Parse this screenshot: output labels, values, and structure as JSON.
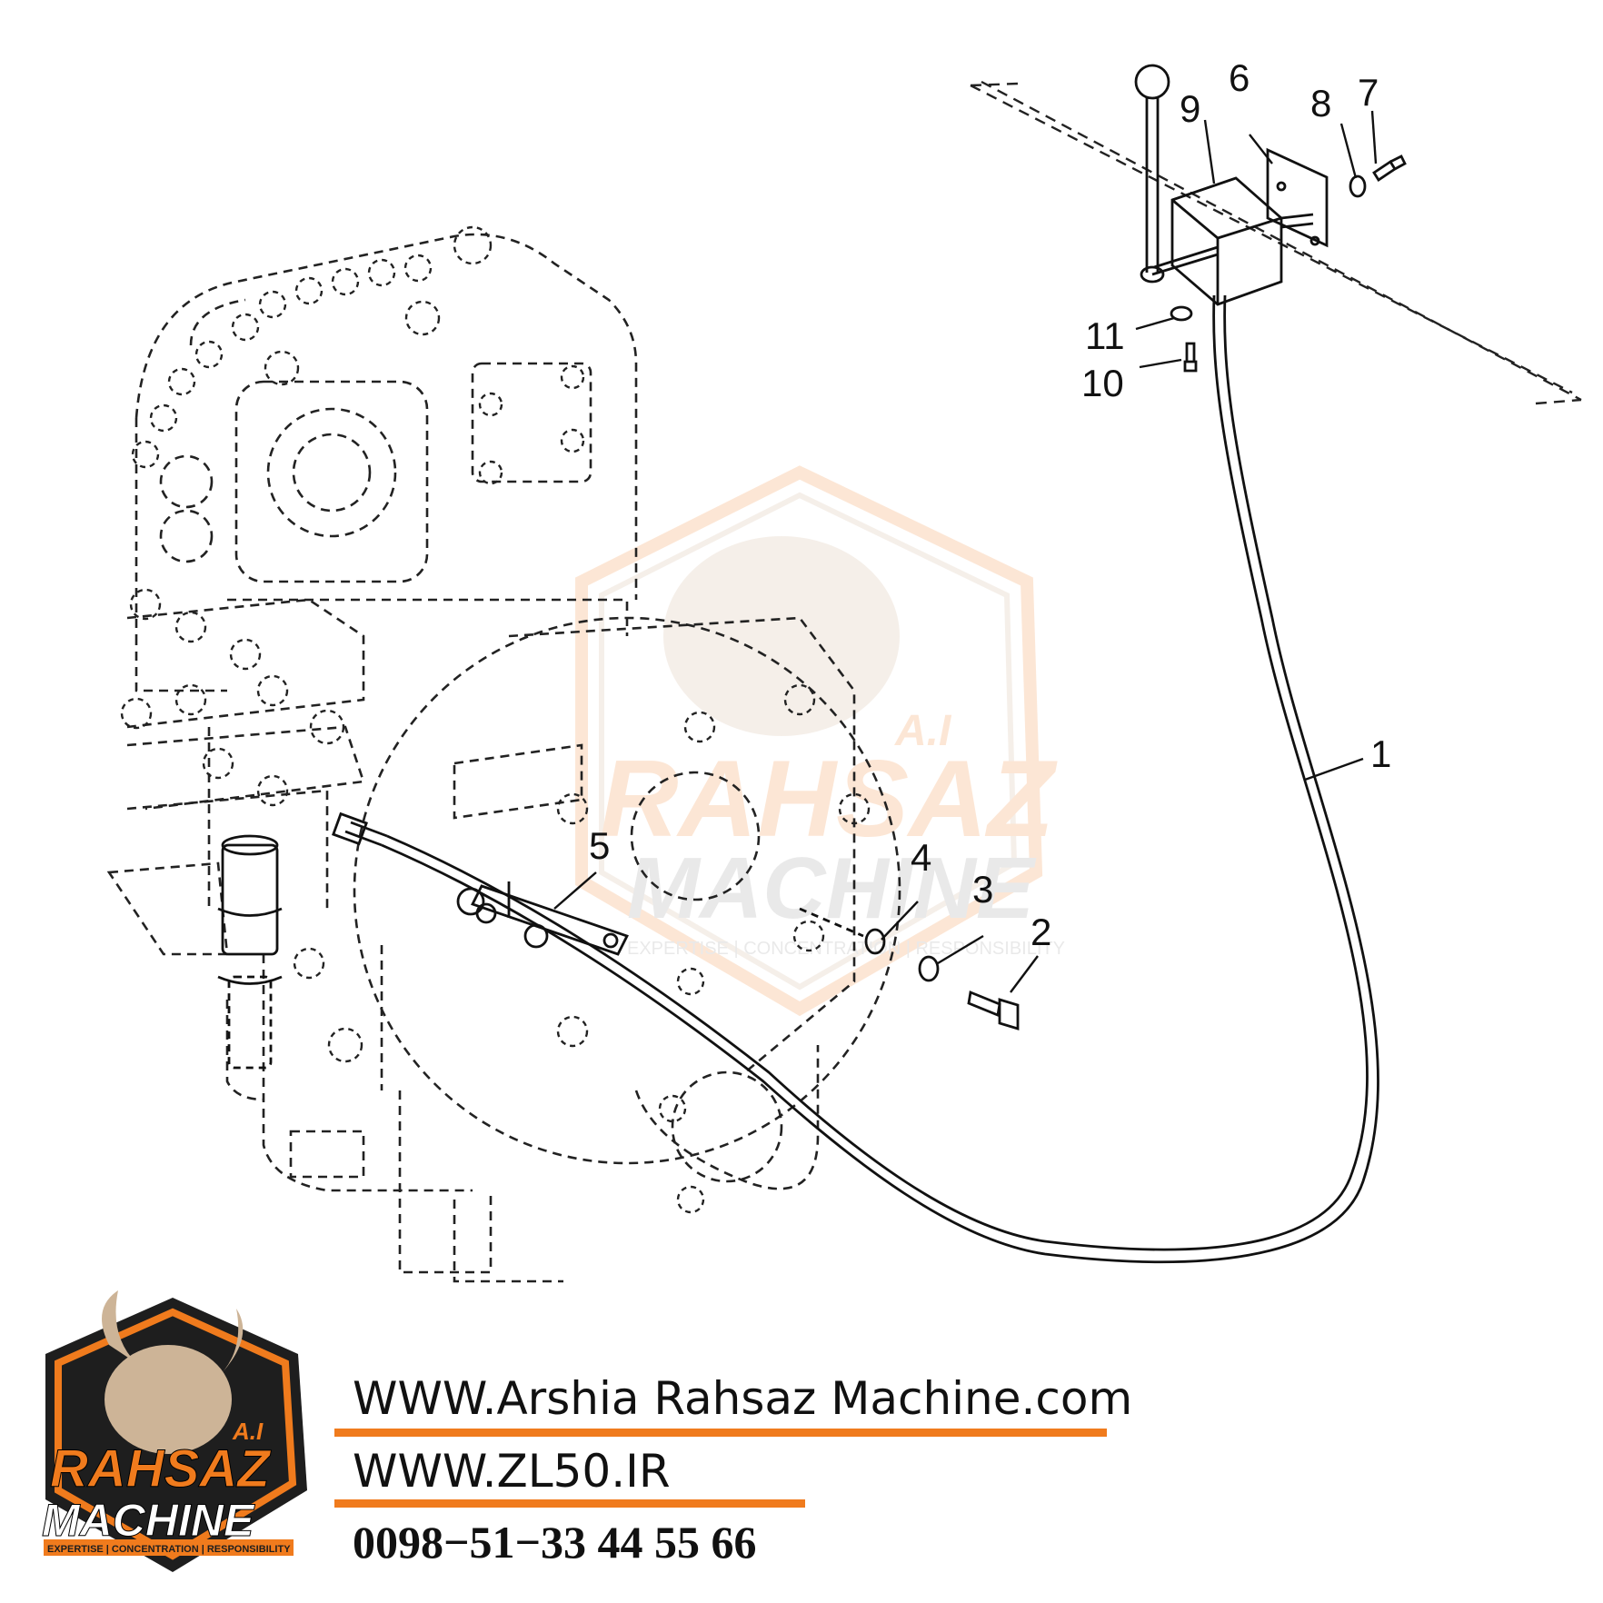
{
  "diagram": {
    "callouts": [
      "1",
      "2",
      "3",
      "4",
      "5",
      "6",
      "7",
      "8",
      "9",
      "10",
      "11"
    ],
    "line_style": "dashed outline for transmission housing, solid for cable and lever parts"
  },
  "watermark": {
    "top_text": "A.I",
    "main_text": "RAHSAZ",
    "sub_text": "MACHINE",
    "tagline": "EXPERTISE | CONCENTRATION | RESPONSIBILITY"
  },
  "logo": {
    "top_text": "A.I",
    "main_text": "RAHSAZ",
    "sub_text": "MACHINE",
    "tagline": "EXPERTISE | CONCENTRATION | RESPONSIBILITY",
    "colors": {
      "shield": "#1e1e1e",
      "border": "#f07b1d",
      "accent": "#f07b1d"
    }
  },
  "footer": {
    "website_1": "WWW.Arshia Rahsaz Machine.com",
    "website_2": "WWW.ZL50.IR",
    "phone": "0098−51−33 44 55 66",
    "underline_color": "#f07b1d"
  }
}
